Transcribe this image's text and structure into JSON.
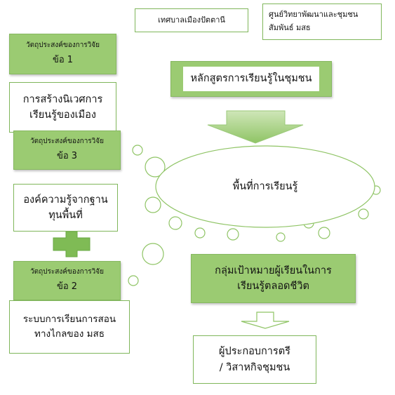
{
  "top": {
    "municipality": "เทศบาลเมืองปัตตานี",
    "center_line1": "ศูนย์วิทยาพัฒนาและชุมชน",
    "center_line2": "สัมพันธ์ มสธ"
  },
  "objective1": {
    "label": "วัตถุประสงค์ของการวิจัย",
    "num": "ข้อ 1"
  },
  "city_box": {
    "line1": "การสร้างนิเวศการ",
    "line2": "เรียนรู้ของเมือง"
  },
  "objective3": {
    "label": "วัตถุประสงค์ของการวิจัย",
    "num": "ข้อ 3"
  },
  "knowledge_box": {
    "line1": "องค์ความรู้จากฐาน",
    "line2": "ทุนพื้นที่"
  },
  "objective2": {
    "label": "วัตถุประสงค์ของการวิจัย",
    "num": "ข้อ 2"
  },
  "distance_box": {
    "line1": "ระบบการเรียนการสอน",
    "line2": "ทางไกลของ มสธ"
  },
  "curriculum": "หลักสูตรการเรียนรู้ในชุมชน",
  "learning_space": "พื้นที่การเรียนรู้",
  "target_group": {
    "line1": "กลุ่มเป้าหมายผู้เรียนในการ",
    "line2": "เรียนรู้ตลอดชีวิต"
  },
  "entrepreneurs": {
    "line1": "ผู้ประกอบการตรี",
    "line2": "/ วิสาหกิจชุมชน"
  },
  "colors": {
    "green_fill": "#9bcb72",
    "green_border": "#7fb65a",
    "arrow_fill": "#a6d17e"
  }
}
